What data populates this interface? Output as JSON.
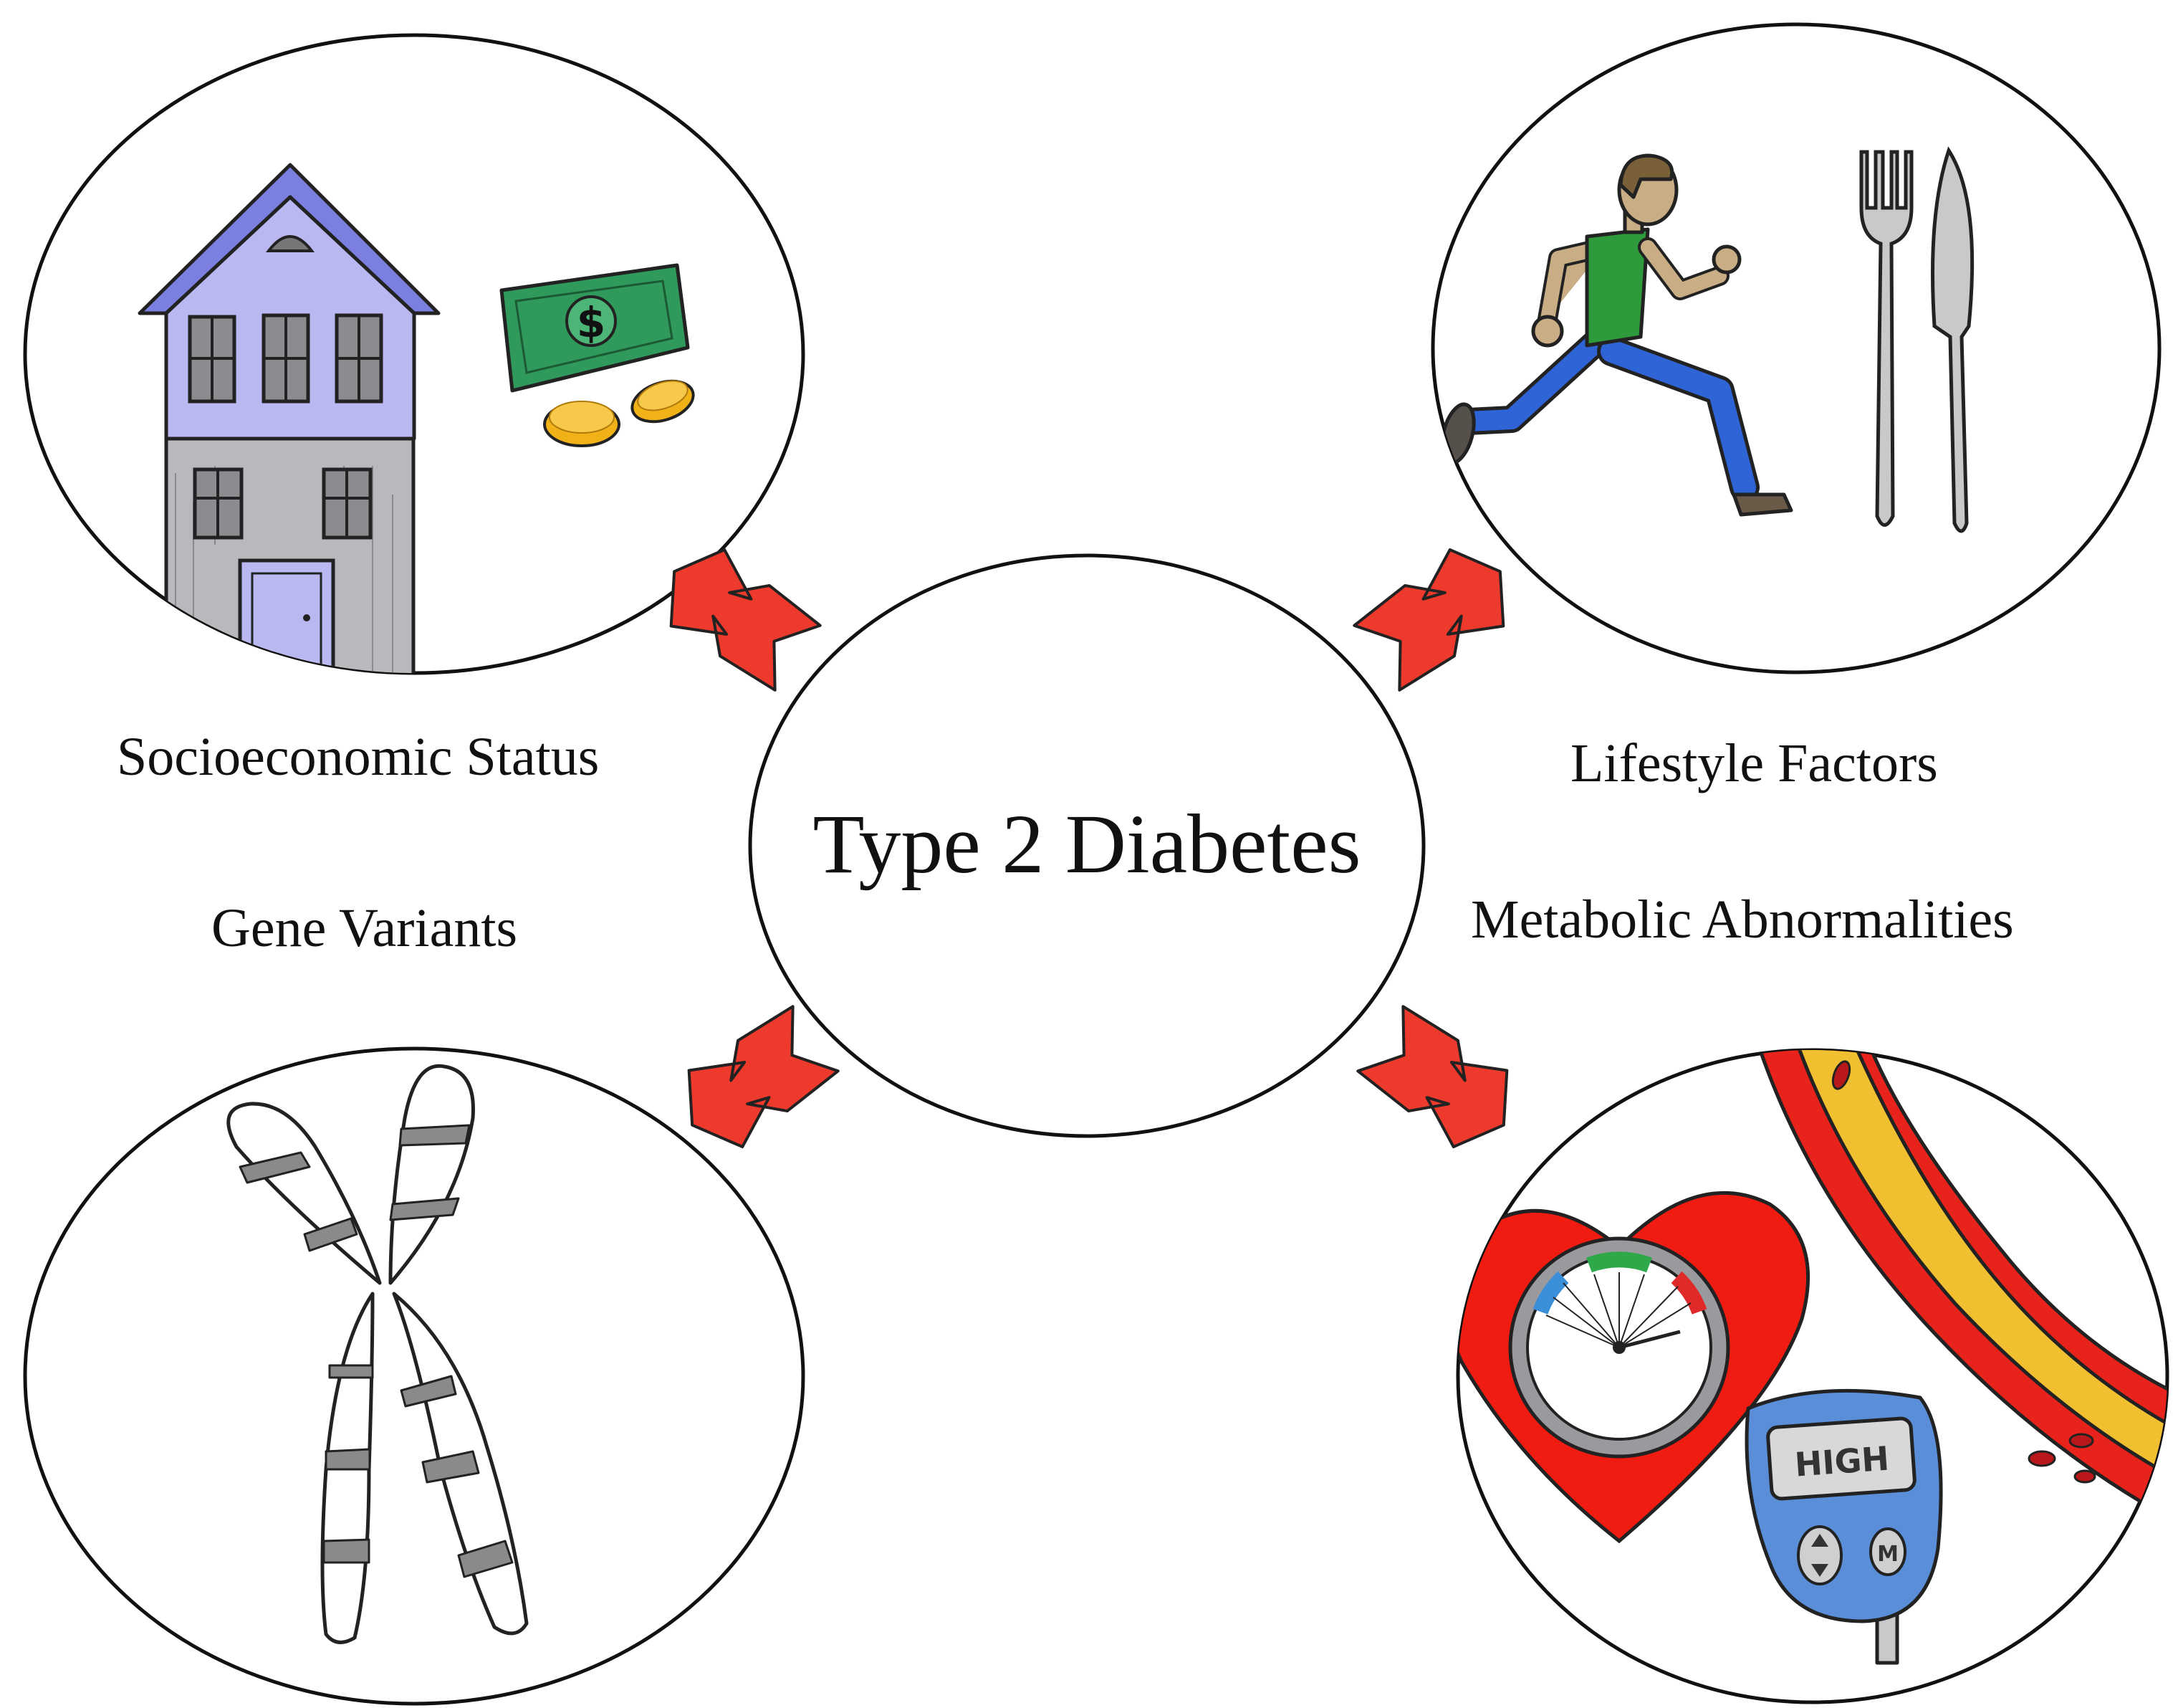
{
  "center": {
    "title": "Type 2 Diabetes"
  },
  "factors": [
    {
      "label": "Socioeconomic Status"
    },
    {
      "label": "Lifestyle Factors"
    },
    {
      "label": "Gene Variants"
    },
    {
      "label": "Metabolic Abnormalities"
    }
  ],
  "illustrations": {
    "glucose_meter_display": "HIGH",
    "glucose_meter_button": "M",
    "banknote_symbol": "$"
  },
  "colors": {
    "arrow": "#ee3a2c",
    "house_roof": "#7b7fe0",
    "house_upper": "#b9b8f0",
    "house_lower": "#b9b9bd",
    "money": "#2f9a5b",
    "coin": "#f0b216",
    "shirt": "#2f9a3c",
    "pants": "#2f64d6",
    "heart": "#f01c12",
    "meter": "#5a8ed8",
    "vessel": "#e8231c",
    "plaque": "#f0c030",
    "chromosome_band": "#8a8a8a"
  }
}
